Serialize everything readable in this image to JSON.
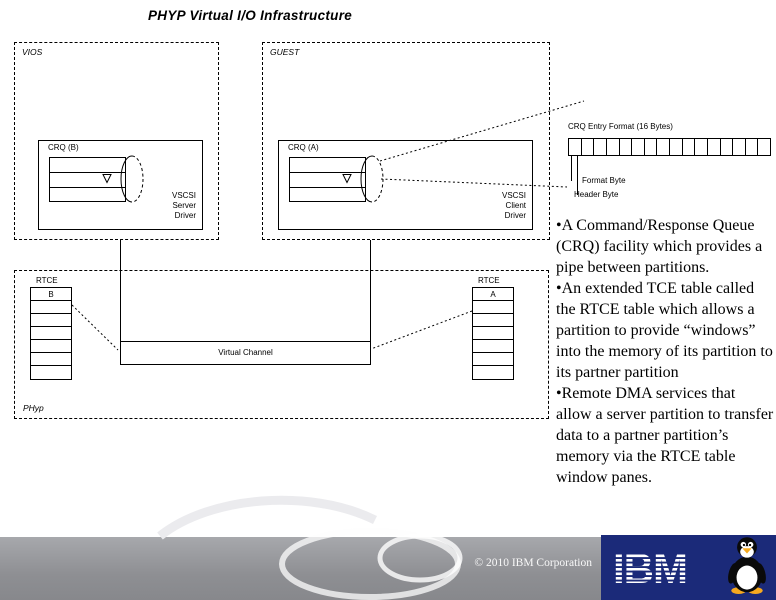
{
  "title": "PHYP Virtual I/O Infrastructure",
  "vios": {
    "label": "VIOS",
    "crq_label": "CRQ (B)",
    "driver_label": "VSCSI\nServer\nDriver"
  },
  "guest": {
    "label": "GUEST",
    "crq_label": "CRQ (A)",
    "driver_label": "VSCSI\nClient\nDriver"
  },
  "crq_entry": {
    "title": "CRQ Entry Format (16 Bytes)",
    "byte_count": 16,
    "format_byte_label": "Format Byte",
    "header_byte_label": "Header Byte"
  },
  "phyp": {
    "label": "PHyp",
    "virtual_channel_label": "Virtual Channel",
    "rtce_left": {
      "label": "RTCE",
      "cell": "B"
    },
    "rtce_right": {
      "label": "RTCE",
      "cell": "A"
    }
  },
  "bullets": [
    "•A Command/Response Queue (CRQ) facility which provides a pipe between partitions.",
    "•An extended TCE table called the RTCE table which allows a partition to provide “windows” into the memory of its partition to its partner partition",
    "•Remote DMA services that allow a server partition to transfer data to a partner partition’s memory via the RTCE table window panes."
  ],
  "footer": {
    "copyright": "© 2010 IBM Corporation",
    "ibm_logo_text": "IBM"
  }
}
